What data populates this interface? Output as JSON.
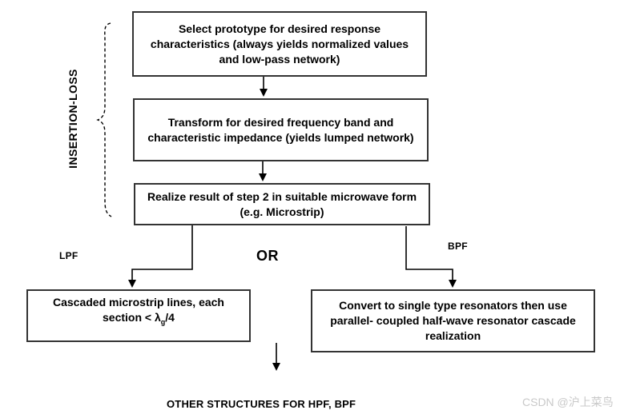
{
  "diagram": {
    "bracket_label": "INSERTION-LOSS",
    "steps": [
      {
        "text": "Select prototype for desired response characteristics (always yields normalized values and low-pass network)"
      },
      {
        "text": "Transform for desired frequency band and characteristic impedance (yields lumped network)"
      },
      {
        "text": "Realize result of step 2 in suitable microwave form (e.g. Microstrip)"
      }
    ],
    "branch_labels": {
      "left": "LPF",
      "right": "BPF",
      "middle": "OR"
    },
    "outcomes": {
      "lpf_box": {
        "line1": "Cascaded microstrip lines, each",
        "line2_prefix": "section < λ",
        "line2_sub": "g",
        "line2_suffix": "/4"
      },
      "bpf_box": {
        "text": "Convert to single type resonators then use parallel- coupled half-wave resonator cascade realization"
      }
    },
    "footer": "OTHER STRUCTURES FOR HPF, BPF",
    "watermark": "CSDN @沪上菜鸟",
    "colors": {
      "line": "#000000",
      "text": "#000000",
      "watermark": "#c9c9c9",
      "background": "#ffffff"
    }
  }
}
